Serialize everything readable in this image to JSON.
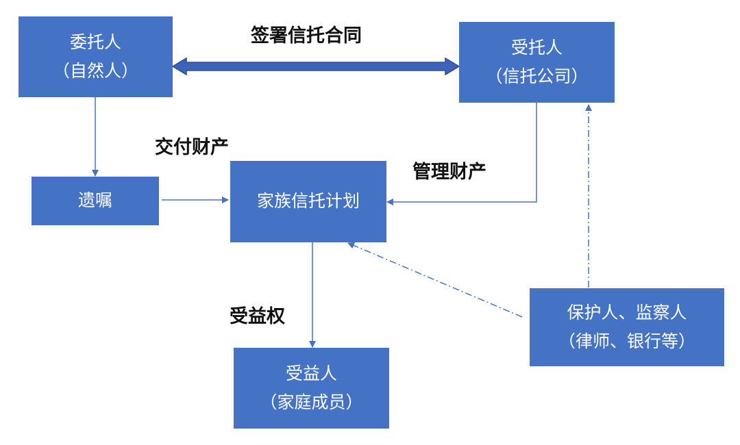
{
  "nodes": {
    "settlor": {
      "line1": "委托人",
      "line2": "（自然人）"
    },
    "trustee": {
      "line1": "受托人",
      "line2": "（信托公司）"
    },
    "will": {
      "line1": "遗嘱"
    },
    "trust_plan": {
      "line1": "家族信托计划"
    },
    "beneficiary": {
      "line1": "受益人",
      "line2": "（家庭成员）"
    },
    "protector": {
      "line1": "保护人、监察人",
      "line2": "（律师、银行等）"
    }
  },
  "edge_labels": {
    "sign_contract": "签署信托合同",
    "deliver_property": "交付财产",
    "manage_property": "管理财产",
    "beneficial_right": "受益权"
  },
  "colors": {
    "node_fill": "#4472C4",
    "node_text": "#FFFFFF",
    "edge": "#4472C4",
    "double_arrow_fill": "#3D64B8",
    "double_arrow_stroke": "#2F4F8F",
    "label_text": "#111111"
  }
}
